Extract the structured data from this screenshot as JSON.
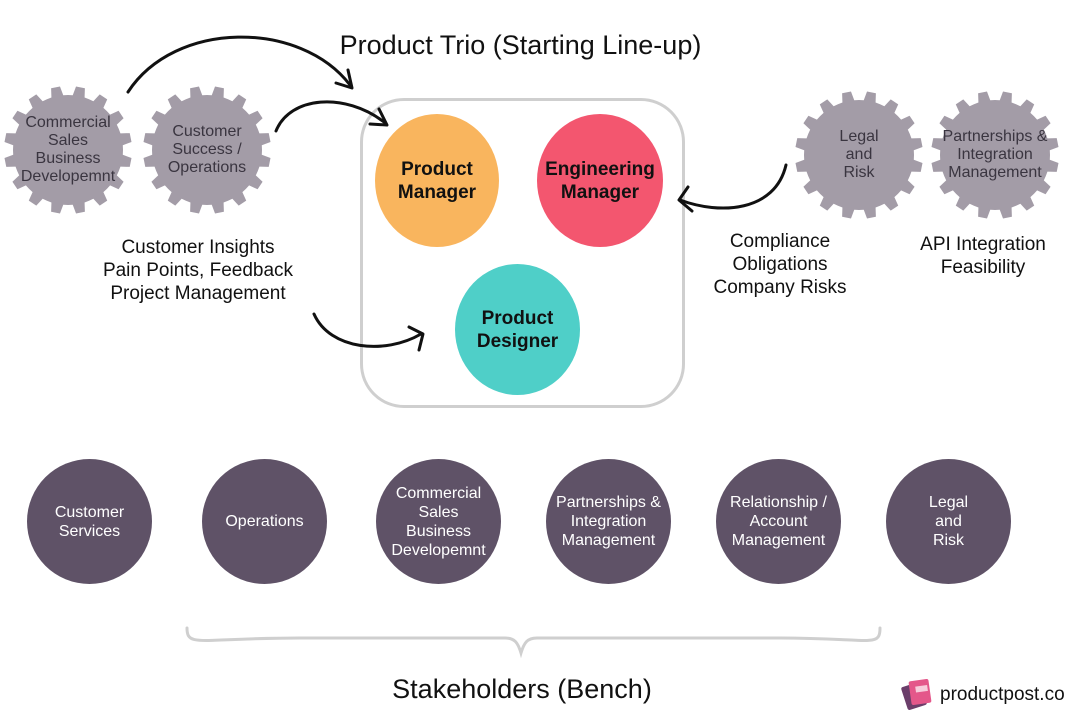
{
  "title": "Product Trio (Starting Line-up)",
  "bottom_title": "Stakeholders (Bench)",
  "gears": [
    {
      "label": "Commercial\nSales\nBusiness\nDevelopemnt"
    },
    {
      "label": "Customer\nSuccess /\nOperations"
    },
    {
      "label": "Legal\nand\nRisk"
    },
    {
      "label": "Partnerships &\nIntegration\nManagement"
    }
  ],
  "trio": [
    {
      "label": "Product\nManager",
      "color": "#f9b55e"
    },
    {
      "label": "Engineering\nManager",
      "color": "#f3566f"
    },
    {
      "label": "Product\nDesigner",
      "color": "#4fcfc8"
    }
  ],
  "captions": {
    "customer": "Customer Insights\nPain Points, Feedback\nProject Management",
    "compliance": "Compliance\nObligations\nCompany Risks",
    "api": "API Integration\nFeasibility"
  },
  "stakeholders": [
    {
      "label": "Customer\nServices"
    },
    {
      "label": "Operations"
    },
    {
      "label": "Commercial\nSales\nBusiness\nDevelopemnt"
    },
    {
      "label": "Partnerships &\nIntegration\nManagement"
    },
    {
      "label": "Relationship /\nAccount\nManagement"
    },
    {
      "label": "Legal\nand\nRisk"
    }
  ],
  "colors": {
    "gear": "#a39ca7",
    "stakeholder": "#5f5267",
    "box_border": "#cfcfcf"
  },
  "logo": {
    "text": "productpost.co",
    "icon": "productpost-logo-icon"
  }
}
